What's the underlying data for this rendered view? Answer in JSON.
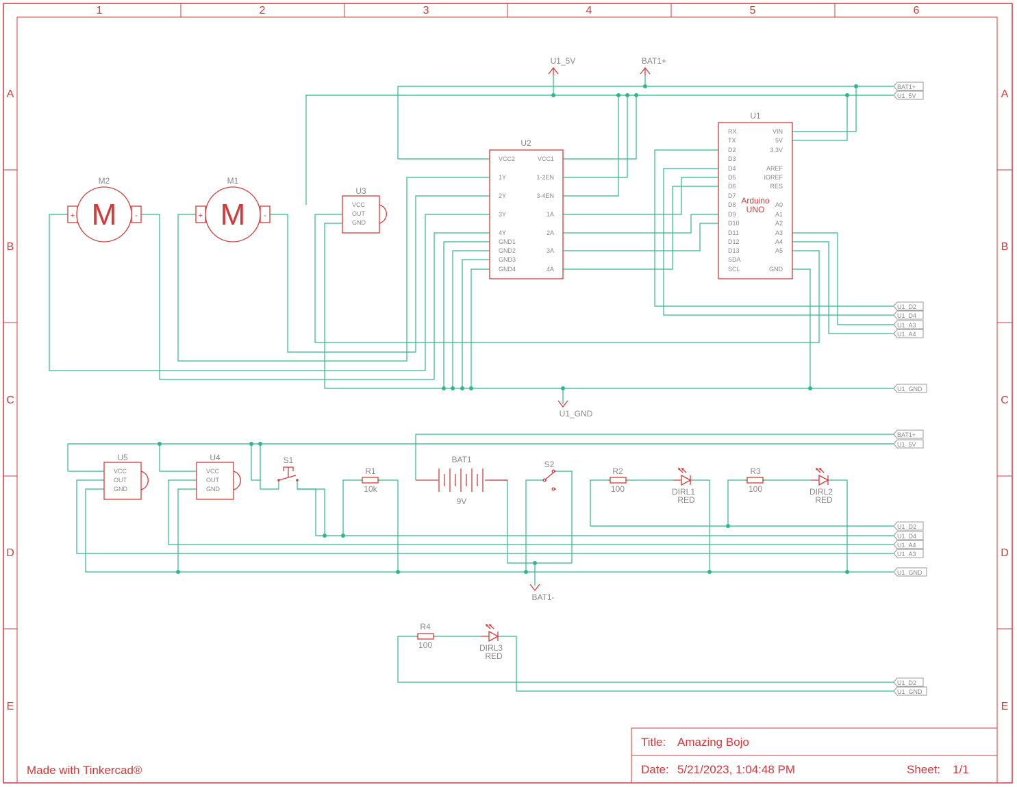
{
  "frame": {
    "columns": [
      "1",
      "2",
      "3",
      "4",
      "5",
      "6"
    ],
    "rows": [
      "A",
      "B",
      "C",
      "D",
      "E"
    ],
    "credit": "Made with Tinkercad®"
  },
  "title_block": {
    "title_label": "Title:",
    "title": "Amazing Bojo",
    "date_label": "Date:",
    "date": "5/21/2023, 1:04:48 PM",
    "sheet_label": "Sheet:",
    "sheet": "1/1"
  },
  "supplies": {
    "u1_5v": "U1_5V",
    "bat1_plus": "BAT1+",
    "u1_gnd": "U1_GND",
    "bat1_minus": "BAT1-"
  },
  "components": {
    "m2": {
      "ref": "M2",
      "symbol": "M",
      "plus": "+",
      "minus": "-"
    },
    "m1": {
      "ref": "M1",
      "symbol": "M",
      "plus": "+",
      "minus": "-"
    },
    "u3": {
      "ref": "U3",
      "pins": [
        "VCC",
        "OUT",
        "GND"
      ]
    },
    "u4": {
      "ref": "U4",
      "pins": [
        "VCC",
        "OUT",
        "GND"
      ]
    },
    "u5": {
      "ref": "U5",
      "pins": [
        "VCC",
        "OUT",
        "GND"
      ]
    },
    "u2": {
      "ref": "U2",
      "left_pins": [
        "VCC2",
        "1Y",
        "2Y",
        "3Y",
        "4Y",
        "GND1",
        "GND2",
        "GND3",
        "GND4"
      ],
      "right_pins": [
        "VCC1",
        "1-2EN",
        "3-4EN",
        "1A",
        "2A",
        "3A",
        "4A"
      ]
    },
    "u1": {
      "ref": "U1",
      "name_line1": "Arduino",
      "name_line2": "UNO",
      "left_pins": [
        "RX",
        "TX",
        "D2",
        "D3",
        "D4",
        "D5",
        "D6",
        "D7",
        "D8",
        "D9",
        "D10",
        "D11",
        "D12",
        "D13",
        "SDA",
        "SCL"
      ],
      "right_pins": [
        "VIN",
        "5V",
        "3.3V",
        "AREF",
        "IOREF",
        "RES",
        "A0",
        "A1",
        "A2",
        "A3",
        "A4",
        "A5",
        "GND"
      ]
    },
    "s1": {
      "ref": "S1"
    },
    "s2": {
      "ref": "S2"
    },
    "r1": {
      "ref": "R1",
      "value": "10k"
    },
    "r2": {
      "ref": "R2",
      "value": "100"
    },
    "r3": {
      "ref": "R3",
      "value": "100"
    },
    "r4": {
      "ref": "R4",
      "value": "100"
    },
    "bat1": {
      "ref": "BAT1",
      "value": "9V"
    },
    "dirl1": {
      "ref": "DIRL1",
      "value": "RED"
    },
    "dirl2": {
      "ref": "DIRL2",
      "value": "RED"
    },
    "dirl3": {
      "ref": "DIRL3",
      "value": "RED"
    }
  },
  "net_ports": {
    "top": [
      "BAT1+",
      "U1_5V"
    ],
    "u1_group": [
      "U1_D2",
      "U1_D4",
      "U1_A3",
      "U1_A4"
    ],
    "gnd_top": "U1_GND",
    "mid": [
      "BAT1+",
      "U1_5V"
    ],
    "mid_group": [
      "U1_D2",
      "U1_D4",
      "U1_A4",
      "U1_A3"
    ],
    "gnd_mid": "U1_GND",
    "bottom": [
      "U1_D2",
      "U1_GND"
    ]
  },
  "colors": {
    "frame": "#d23a3a",
    "wire": "#2eb88a",
    "text": "#888888"
  }
}
